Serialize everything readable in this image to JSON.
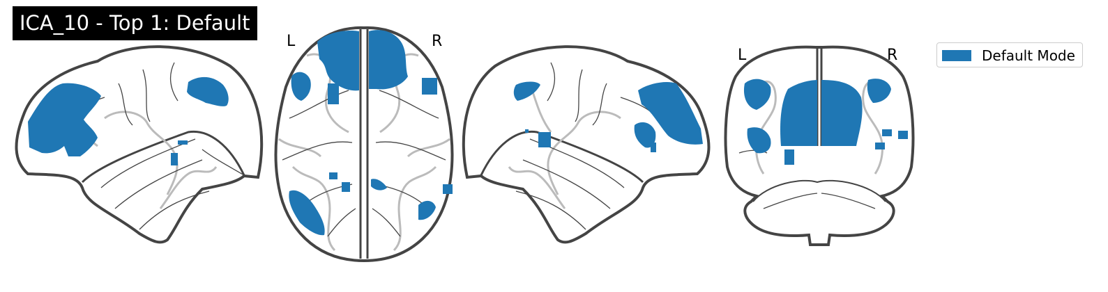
{
  "title": "ICA_10 - Top 1: Default",
  "views": {
    "axial": {
      "left_label": "L",
      "right_label": "R"
    },
    "coronal": {
      "left_label": "L",
      "right_label": "R"
    }
  },
  "legend": {
    "label": "Default Mode",
    "color": "#1f77b4"
  },
  "colors": {
    "activation": "#1f77b4",
    "outline": "#444444",
    "sulci": "#bbbbbb"
  }
}
